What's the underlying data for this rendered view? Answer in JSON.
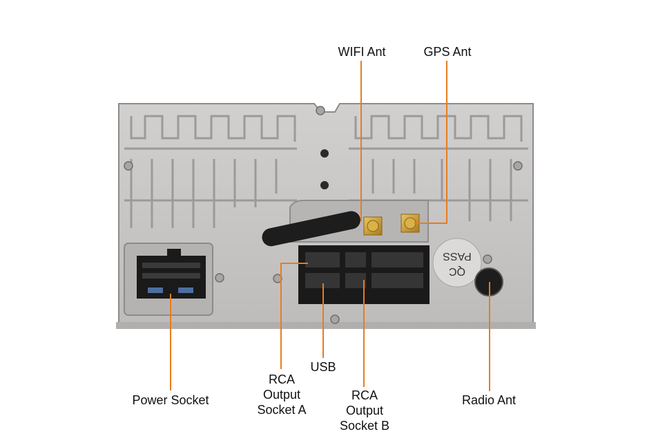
{
  "labels": {
    "wifi_ant": "WIFI Ant",
    "gps_ant": "GPS Ant",
    "power_socket": "Power Socket",
    "rca_a": [
      "RCA",
      "Output",
      "Socket A"
    ],
    "usb": "USB",
    "rca_b": [
      "RCA",
      "Output",
      "Socket B"
    ],
    "radio_ant": "Radio Ant"
  },
  "unit_markings": {
    "qc_stamp_line1": "QC",
    "qc_stamp_line2": "PASS"
  },
  "colors": {
    "leader_line": "#e87c1e",
    "chassis": "#c6c4c3",
    "chassis_dark": "#9f9d9c",
    "antenna_body": "#1d1d1d",
    "connector_gold": "#c99a2c",
    "socket_black": "#1a1a1a"
  }
}
